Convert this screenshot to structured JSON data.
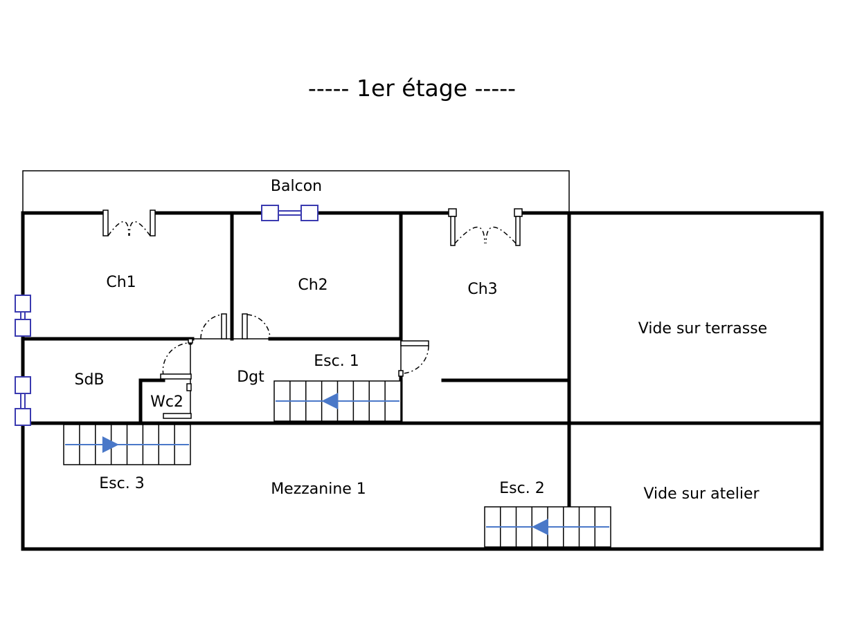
{
  "title": "-----  1er étage  -----",
  "rooms": {
    "balcon": "Balcon",
    "ch1": "Ch1",
    "ch2": "Ch2",
    "ch3": "Ch3",
    "sdb": "SdB",
    "wc2": "Wc2",
    "dgt": "Dgt",
    "mezzanine": "Mezzanine 1",
    "vide_terrasse": "Vide sur terrasse",
    "vide_atelier": "Vide sur atelier"
  },
  "stairs": {
    "esc1": "Esc. 1",
    "esc2": "Esc. 2",
    "esc3": "Esc. 3"
  },
  "colors": {
    "wall": "#000000",
    "window": "#3a3ab0",
    "stair_arrow": "#4a78c8"
  }
}
